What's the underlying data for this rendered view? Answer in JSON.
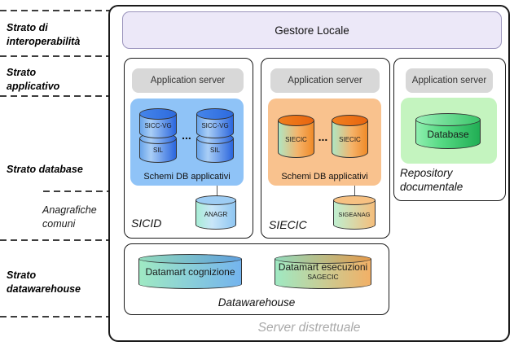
{
  "colors": {
    "sicid_fill": "#8FC3F7",
    "siecic_fill": "#F9C28E",
    "repository_fill": "#C4F4BF",
    "gestore_fill": "#ECE8F8",
    "gestore_border": "#9A93BC",
    "app_server_fill": "#D8D8D8",
    "server_label_gray": "#A9A9A9"
  },
  "layers": {
    "interoperability": "Strato di\ninteroperabilità",
    "application": "Strato\napplicativo",
    "database": "Strato database",
    "anagrafiche_comuni": "Anagrafiche\ncomuni",
    "datawarehouse": "Strato\ndatawarehouse"
  },
  "gestore_locale": {
    "label": "Gestore Locale"
  },
  "sicid": {
    "app_server": "Application server",
    "cylinder_top": "SICC-VG",
    "cylinder_bottom": "SIL",
    "dots": "...",
    "group_label": "Schemi DB applicativi",
    "anagr": "ANAGR",
    "title": "SICID"
  },
  "siecic": {
    "app_server": "Application server",
    "cylinder": "SIECIC",
    "dots": "...",
    "group_label": "Schemi DB applicativi",
    "sigeanag": "SIGEANAG",
    "title": "SIECIC"
  },
  "repository": {
    "app_server": "Application server",
    "database": "Database",
    "title": "Repository\ndocumentale"
  },
  "datawarehouse_box": {
    "cognizione": "Datamart cognizione",
    "esecuzioni": "Datamart esecuzioni",
    "esecuzioni_sub": "SAGECIC",
    "title": "Datawarehouse"
  },
  "server": {
    "label": "Server distrettuale"
  }
}
